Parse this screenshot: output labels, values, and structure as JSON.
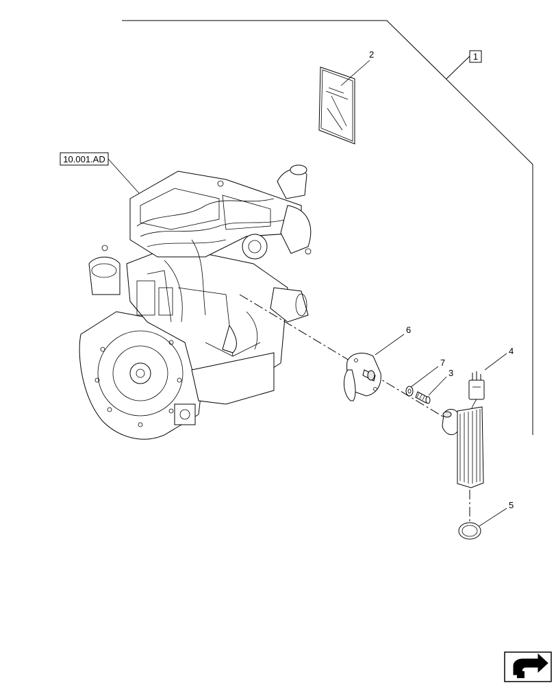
{
  "diagram": {
    "assembly_reference": "10.001.AD",
    "group_box_label": "1",
    "callouts": [
      {
        "id": "c2",
        "label": "2"
      },
      {
        "id": "c3",
        "label": "3"
      },
      {
        "id": "c4",
        "label": "4"
      },
      {
        "id": "c5",
        "label": "5"
      },
      {
        "id": "c6",
        "label": "6"
      },
      {
        "id": "c7",
        "label": "7"
      }
    ]
  },
  "navigation": {
    "next_icon": "arrow-right-icon"
  }
}
